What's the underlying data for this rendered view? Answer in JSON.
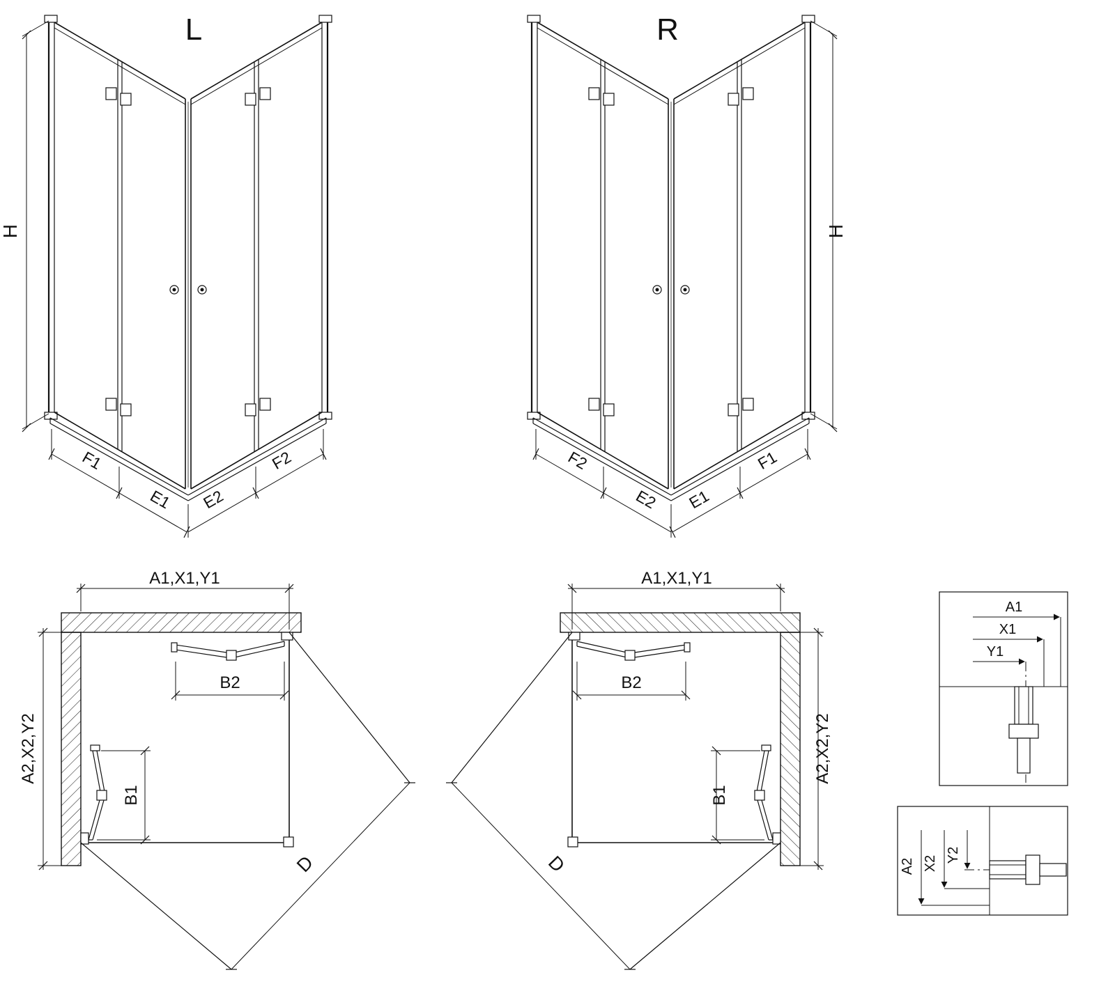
{
  "views": {
    "left3d": {
      "label": "L",
      "h": "H",
      "f1": "F1",
      "e1": "E1",
      "e2": "E2",
      "f2": "F2"
    },
    "right3d": {
      "label": "R",
      "h": "H",
      "f1": "F1",
      "e1": "E1",
      "e2": "E2",
      "f2": "F2"
    },
    "leftPlan": {
      "top": "A1,X1,Y1",
      "side": "A2,X2,Y2",
      "b1": "B1",
      "b2": "B2",
      "d": "D"
    },
    "rightPlan": {
      "top": "A1,X1,Y1",
      "side": "A2,X2,Y2",
      "b1": "B1",
      "b2": "B2",
      "d": "D"
    },
    "detailTop": {
      "a1": "A1",
      "x1": "X1",
      "y1": "Y1"
    },
    "detailBottom": {
      "a2": "A2",
      "x2": "X2",
      "y2": "Y2"
    }
  }
}
